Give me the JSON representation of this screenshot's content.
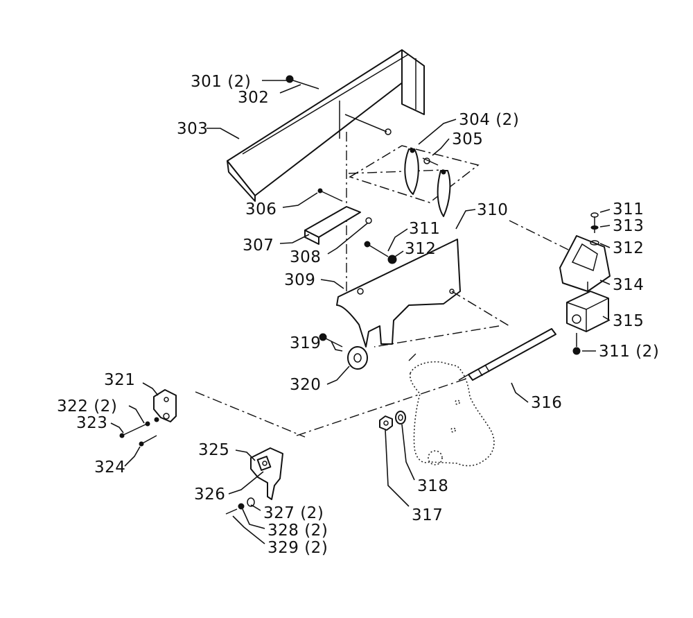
{
  "labels": {
    "l301": "301 (2)",
    "l302": "302",
    "l303": "303",
    "l304": "304 (2)",
    "l305": "305",
    "l306": "306",
    "l307": "307",
    "l308": "308",
    "l309": "309",
    "l310": "310",
    "l311a": "311",
    "l312a": "312",
    "l311b": "311",
    "l313": "313",
    "l312b": "312",
    "l314": "314",
    "l315": "315",
    "l311c": "311 (2)",
    "l316": "316",
    "l317": "317",
    "l318": "318",
    "l319": "319",
    "l320": "320",
    "l321": "321",
    "l322": "322 (2)",
    "l323": "323",
    "l324": "324",
    "l325": "325",
    "l326": "326",
    "l327": "327 (2)",
    "l328": "328 (2)",
    "l329": "329 (2)"
  }
}
